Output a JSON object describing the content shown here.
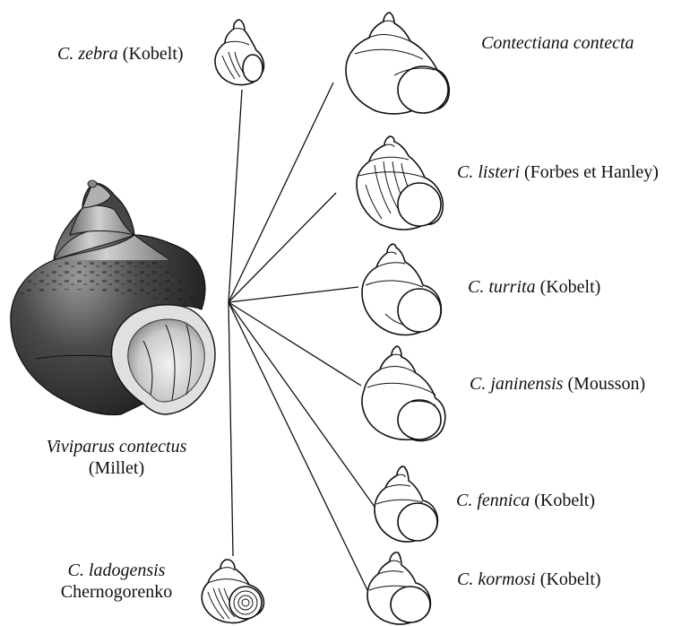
{
  "taxa": {
    "root": {
      "genus": "Viviparus contectus",
      "author": "(Millet)"
    },
    "zebra": {
      "genus": "C. zebra",
      "author": "(Kobelt)"
    },
    "contecta": {
      "genus": "Contectiana contecta",
      "author": ""
    },
    "listeri": {
      "genus": "C. listeri",
      "author": "(Forbes et Hanley)"
    },
    "turrita": {
      "genus": "C. turrita",
      "author": "(Kobelt)"
    },
    "janinensis": {
      "genus": "C. janinensis",
      "author": "(Mousson)"
    },
    "fennica": {
      "genus": "C. fennica",
      "author": "(Kobelt)"
    },
    "kormosi": {
      "genus": "C. kormosi",
      "author": "(Kobelt)"
    },
    "ladogensis": {
      "genus": "C. ladogensis",
      "author": "Chernogorenko"
    }
  },
  "colors": {
    "ink": "#111111",
    "shell_dark": "#3a3a3a",
    "shell_light": "#d8d8d8"
  }
}
